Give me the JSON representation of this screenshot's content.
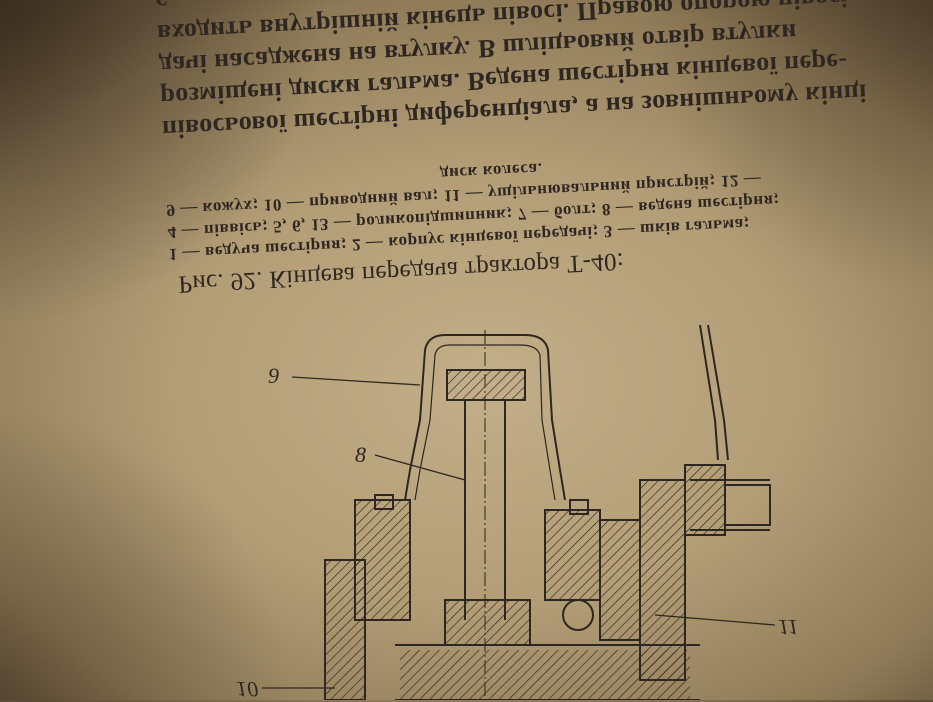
{
  "caption": {
    "title": "Рис. 92. Кінцева передача трактора Т-40:",
    "lines": [
      "1 — ведуча шестірня; 2 — корпус кінцевої передачі; 3 — шків гальма;",
      "4 — піввісь; 5, 6, 13 — роликопідшипник; 7 — болт; 8 — ведена шестірня;",
      "9 — кожух; 10 — приводний вал; 11 — ущільнювальний пристрій; 12 —",
      "диск колеса."
    ]
  },
  "body": {
    "lines": [
      "півосьової шестірні диференціала, а на зовнішньому кінці",
      "розміщені диски гальма. Ведена шестірня кінцевої пере-",
      "дачі насаджена на втулку. В шліцьовий отвір втулки",
      "входить внутрішній кінець півосі. Правою опорою півосі",
      "с"
    ]
  },
  "diagram": {
    "labels": [
      "9",
      "8",
      "11",
      "10"
    ]
  },
  "colors": {
    "paper": "#b29d76",
    "ink": "#2e2620"
  }
}
